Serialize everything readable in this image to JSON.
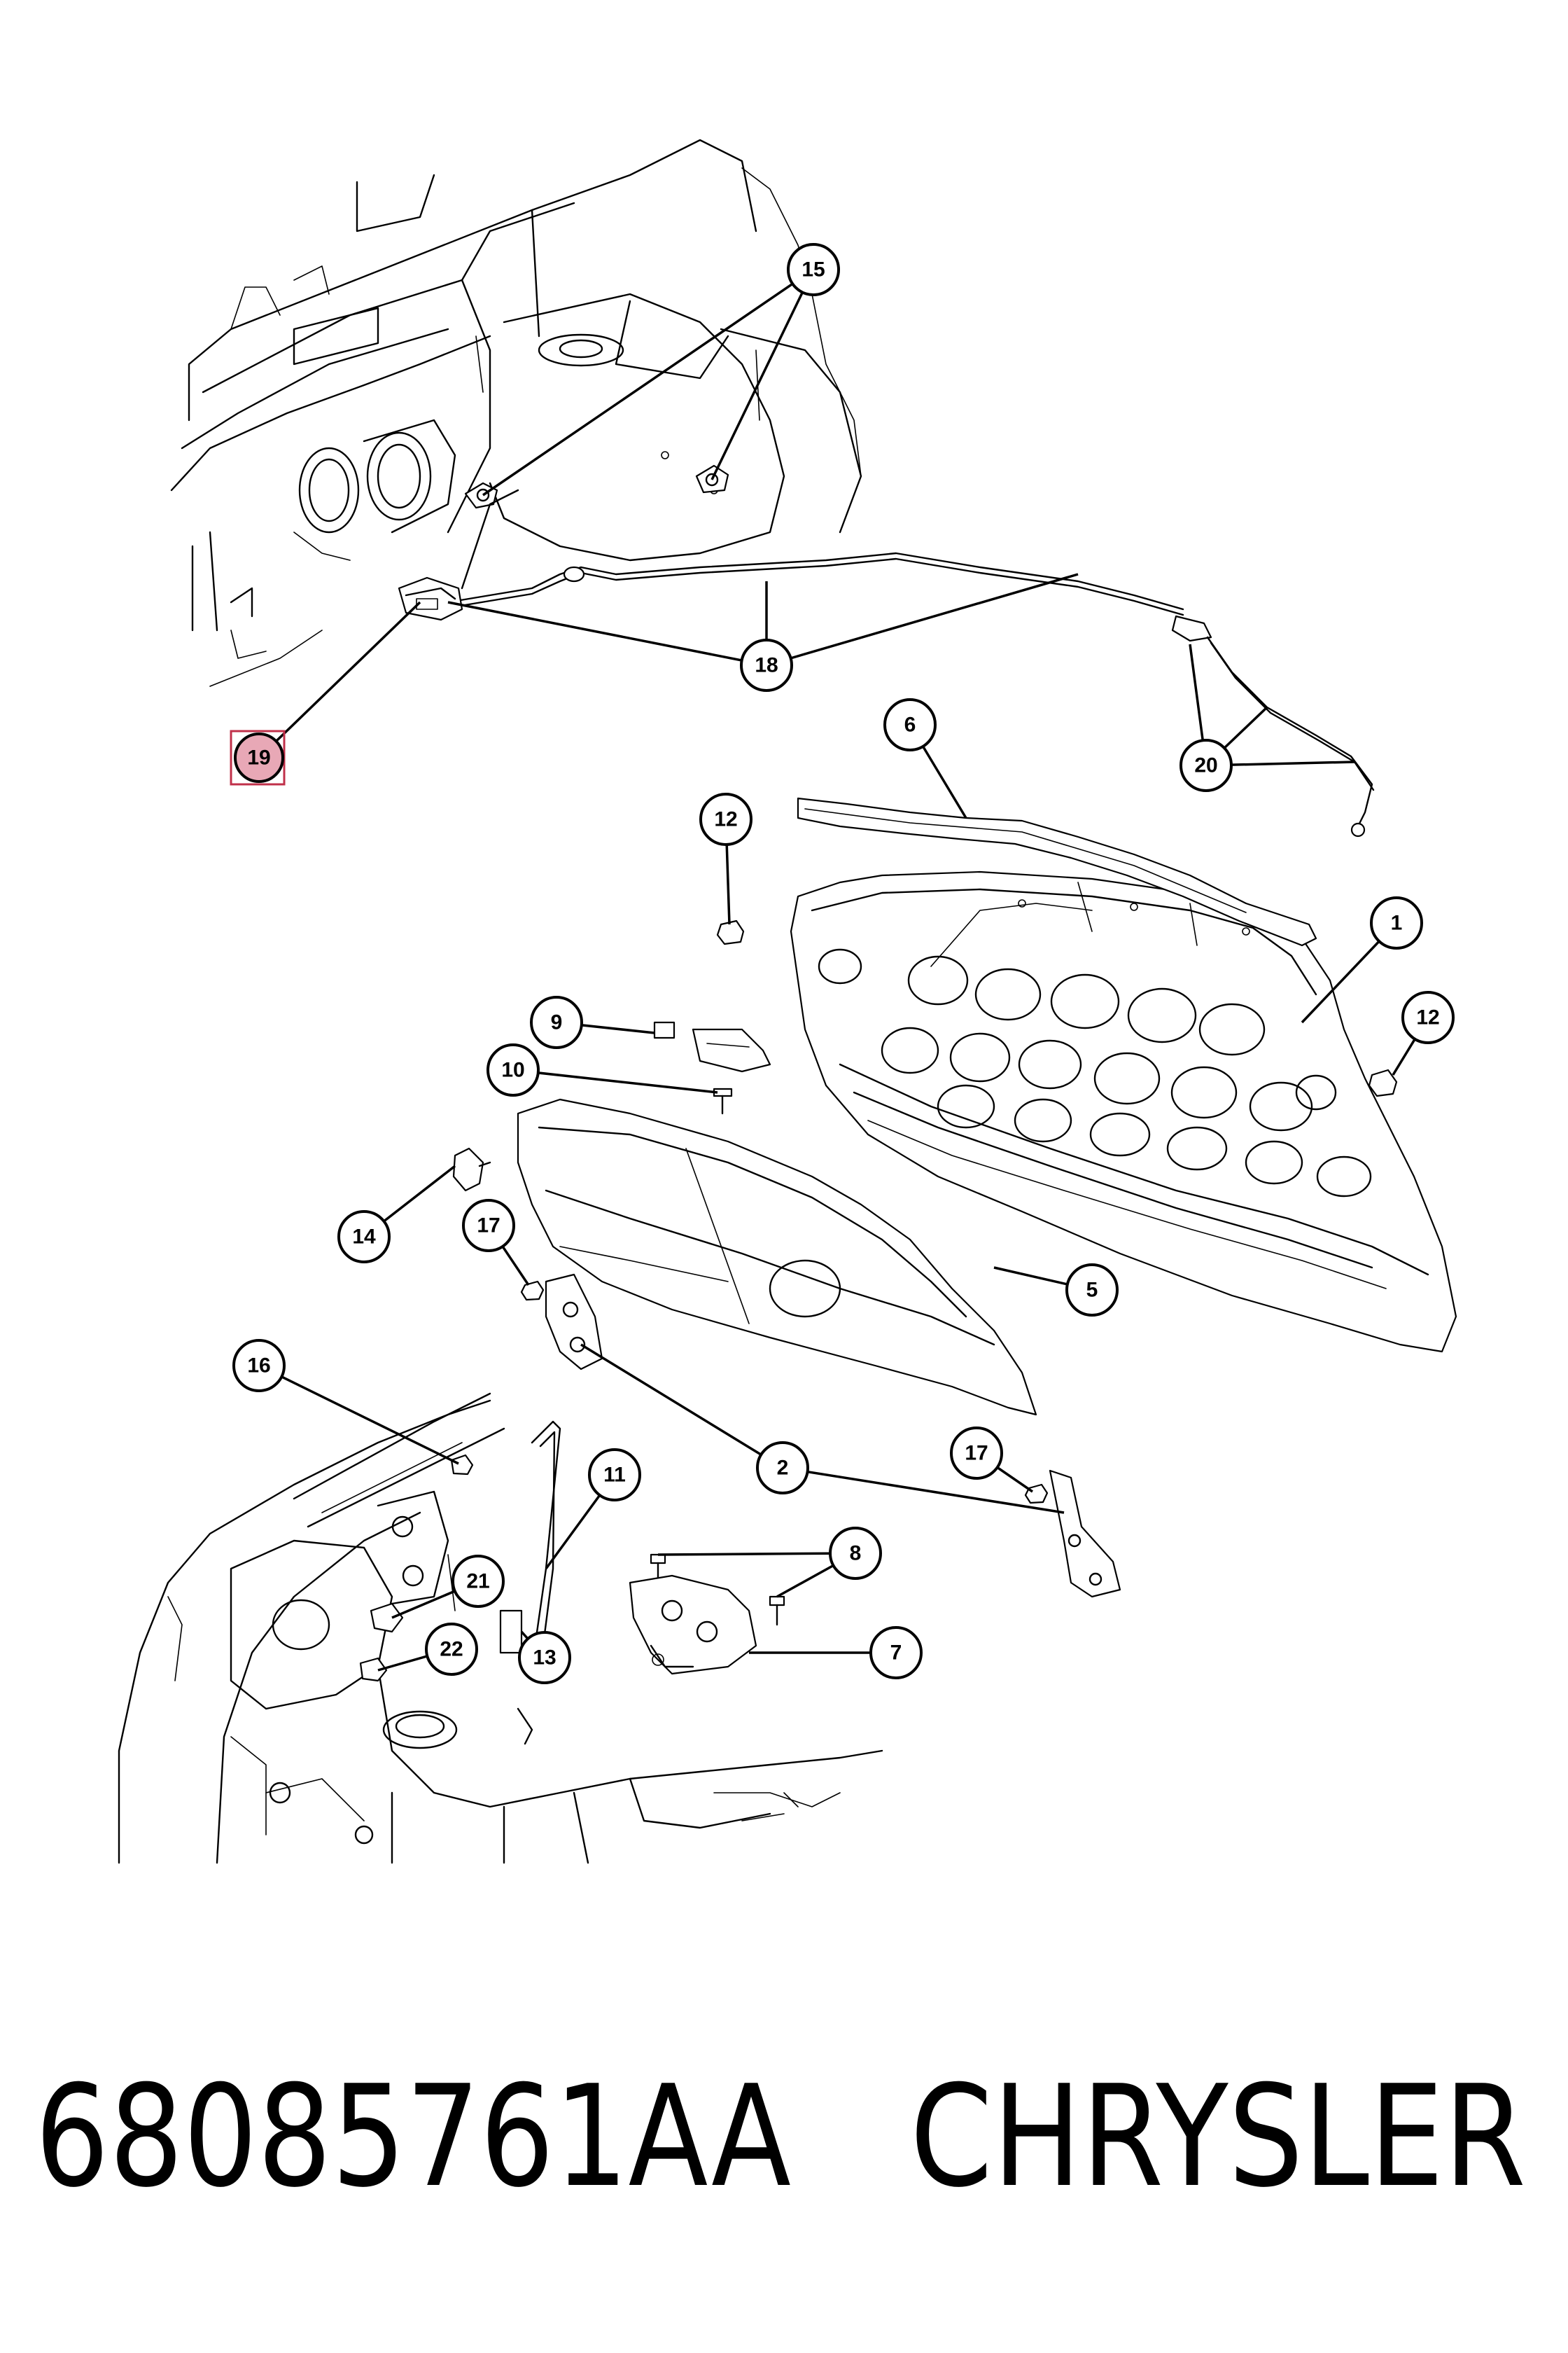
{
  "caption": {
    "part_number": "68085761AA",
    "brand": "CHRYSLER"
  },
  "callouts": [
    "15",
    "18",
    "19",
    "20",
    "6",
    "12",
    "1",
    "9",
    "10",
    "14",
    "17",
    "5",
    "16",
    "2",
    "11",
    "8",
    "21",
    "22",
    "13",
    "7"
  ],
  "highlighted_callout": "19",
  "colors": {
    "highlight_fill": "#e8a8b6",
    "highlight_box": "#c0304a",
    "line": "#000000"
  }
}
